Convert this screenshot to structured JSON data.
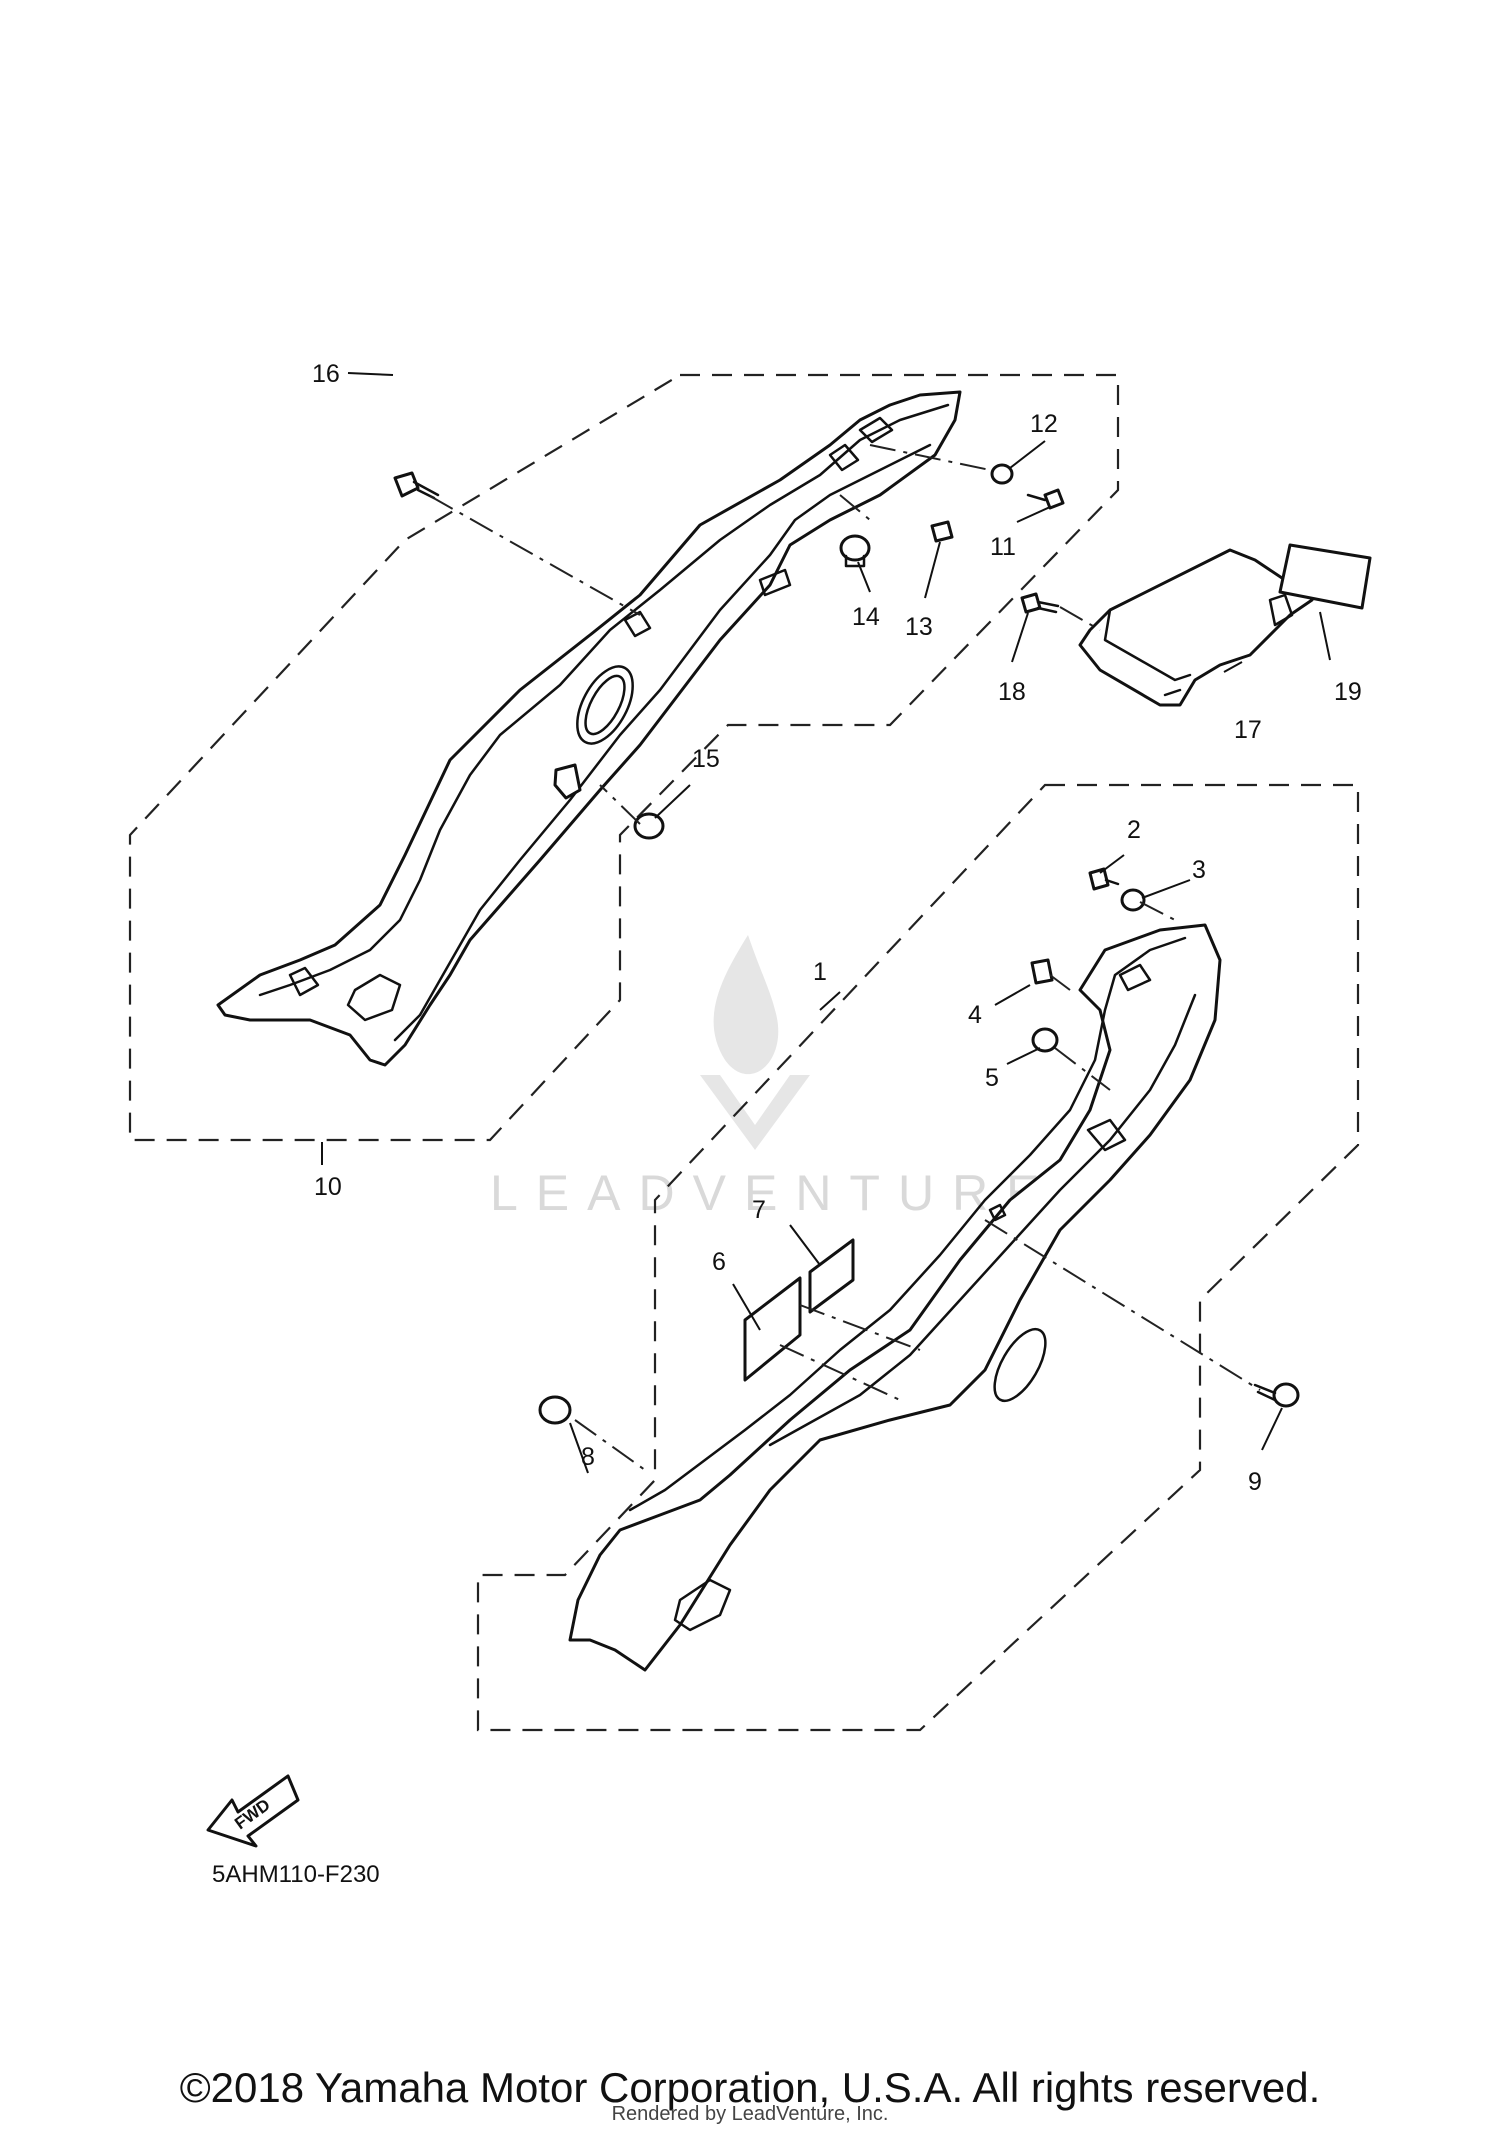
{
  "diagram": {
    "callouts": {
      "c1": "1",
      "c2": "2",
      "c3": "3",
      "c4": "4",
      "c5": "5",
      "c6": "6",
      "c7": "7",
      "c8": "8",
      "c9": "9",
      "c10": "10",
      "c11": "11",
      "c12": "12",
      "c13": "13",
      "c14": "14",
      "c15": "15",
      "c16": "16",
      "c17": "17",
      "c18": "18",
      "c19": "19"
    },
    "fwd_label": "FWD",
    "diagram_code": "5AHM110-F230",
    "watermark": "LEADVENTURE"
  },
  "footer": {
    "copyright": "©2018 Yamaha Motor Corporation, U.S.A. All rights reserved.",
    "rendered_by": "Rendered by LeadVenture, Inc."
  }
}
